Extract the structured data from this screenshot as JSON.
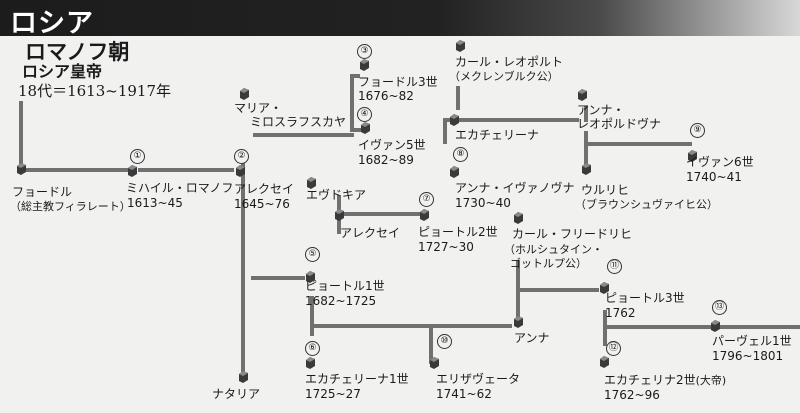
{
  "header": {
    "title": "ロシア"
  },
  "dynasty": {
    "name": "ロマノフ朝",
    "subtitle": "ロシア皇帝",
    "period": "18代＝1613~1917年"
  },
  "persons": {
    "fyodor_sr": {
      "name": "フョードル",
      "note": "（総主教フィラレート）"
    },
    "mikhail": {
      "num": "①",
      "name": "ミハイル・ロマノフ",
      "years": "1613~45"
    },
    "aleksei": {
      "num": "②",
      "name": "アレクセイ",
      "years": "1645~76"
    },
    "maria": {
      "name1": "マリア・",
      "name2": "ミロスラフスカヤ"
    },
    "fyodor3": {
      "num": "③",
      "name": "フョードル3世",
      "years": "1676~82"
    },
    "ivan5": {
      "num": "④",
      "name": "イヴァン5世",
      "years": "1682~89"
    },
    "karl_leopold": {
      "name": "カール・レオポルト",
      "note": "（メクレンブルク公）"
    },
    "anna_leopold": {
      "name1": "アンナ・",
      "name2": "レオポルドヴナ"
    },
    "ekaterina_i5": {
      "name": "エカチェリーナ"
    },
    "anna_ivanovna": {
      "num": "⑧",
      "name": "アンナ・イヴァノヴナ",
      "years": "1730~40"
    },
    "ivan6": {
      "num": "⑨",
      "name": "イヴァン6世",
      "years": "1740~41"
    },
    "ulrich": {
      "name": "ウルリヒ",
      "note": "（ブラウンシュヴァイヒ公）"
    },
    "evdokia": {
      "name": "エヴドキア"
    },
    "aleksei_son": {
      "name": "アレクセイ"
    },
    "peter2": {
      "num": "⑦",
      "name": "ピョートル2世",
      "years": "1727~30"
    },
    "karl_friedrich": {
      "name": "カール・フリードリヒ",
      "note1": "（ホルシュタイン・",
      "note2": "ゴットルプ公）"
    },
    "peter1": {
      "num": "⑤",
      "name": "ピョートル1世",
      "years": "1682~1725"
    },
    "peter3": {
      "num": "⑪",
      "name": "ピョートル3世",
      "years": "1762"
    },
    "anna": {
      "name": "アンナ"
    },
    "pavel1": {
      "num": "⑬",
      "name": "パーヴェル1世",
      "years": "1796~1801"
    },
    "ekaterina1": {
      "num": "⑥",
      "name": "エカチェリーナ1世",
      "years": "1725~27"
    },
    "elizaveta": {
      "num": "⑩",
      "name": "エリザヴェータ",
      "years": "1741~62"
    },
    "ekaterina2": {
      "num": "⑫",
      "name": "エカチェリナ2世",
      "suffix": "(大帝)",
      "years": "1762~96"
    },
    "nataliya": {
      "name": "ナタリア"
    }
  },
  "colors": {
    "header_bg": "#1c1c1c",
    "line": "#6f6f6f",
    "cube_top": "#8a8a8a",
    "cube_side": "#3a3a3a"
  }
}
